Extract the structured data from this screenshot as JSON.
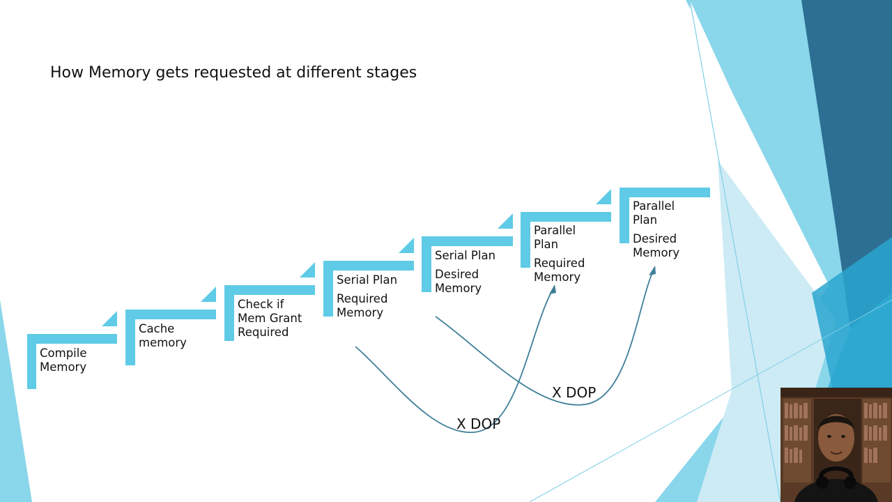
{
  "slide": {
    "title": "How Memory gets requested at different stages"
  },
  "steps": [
    {
      "lines": [
        "Compile",
        "Memory"
      ]
    },
    {
      "lines": [
        "Cache",
        "memory"
      ]
    },
    {
      "lines": [
        "Check if",
        "Mem Grant",
        "Required"
      ]
    },
    {
      "lines": [
        "Serial Plan",
        "",
        "Required",
        "Memory"
      ]
    },
    {
      "lines": [
        "Serial Plan",
        "",
        "Desired",
        "Memory"
      ]
    },
    {
      "lines": [
        "Parallel",
        "Plan",
        "",
        "Required",
        "Memory"
      ]
    },
    {
      "lines": [
        "Parallel",
        "Plan",
        "",
        "Desired",
        "Memory"
      ]
    }
  ],
  "multipliers": [
    {
      "label": "X DOP"
    },
    {
      "label": "X DOP"
    }
  ],
  "colors": {
    "step_accent": "#5fcbe6",
    "arrow": "#3e7f98",
    "bg_light": "#8ad6ea",
    "bg_mid": "#3fb6da",
    "bg_dark": "#2d6f93"
  }
}
